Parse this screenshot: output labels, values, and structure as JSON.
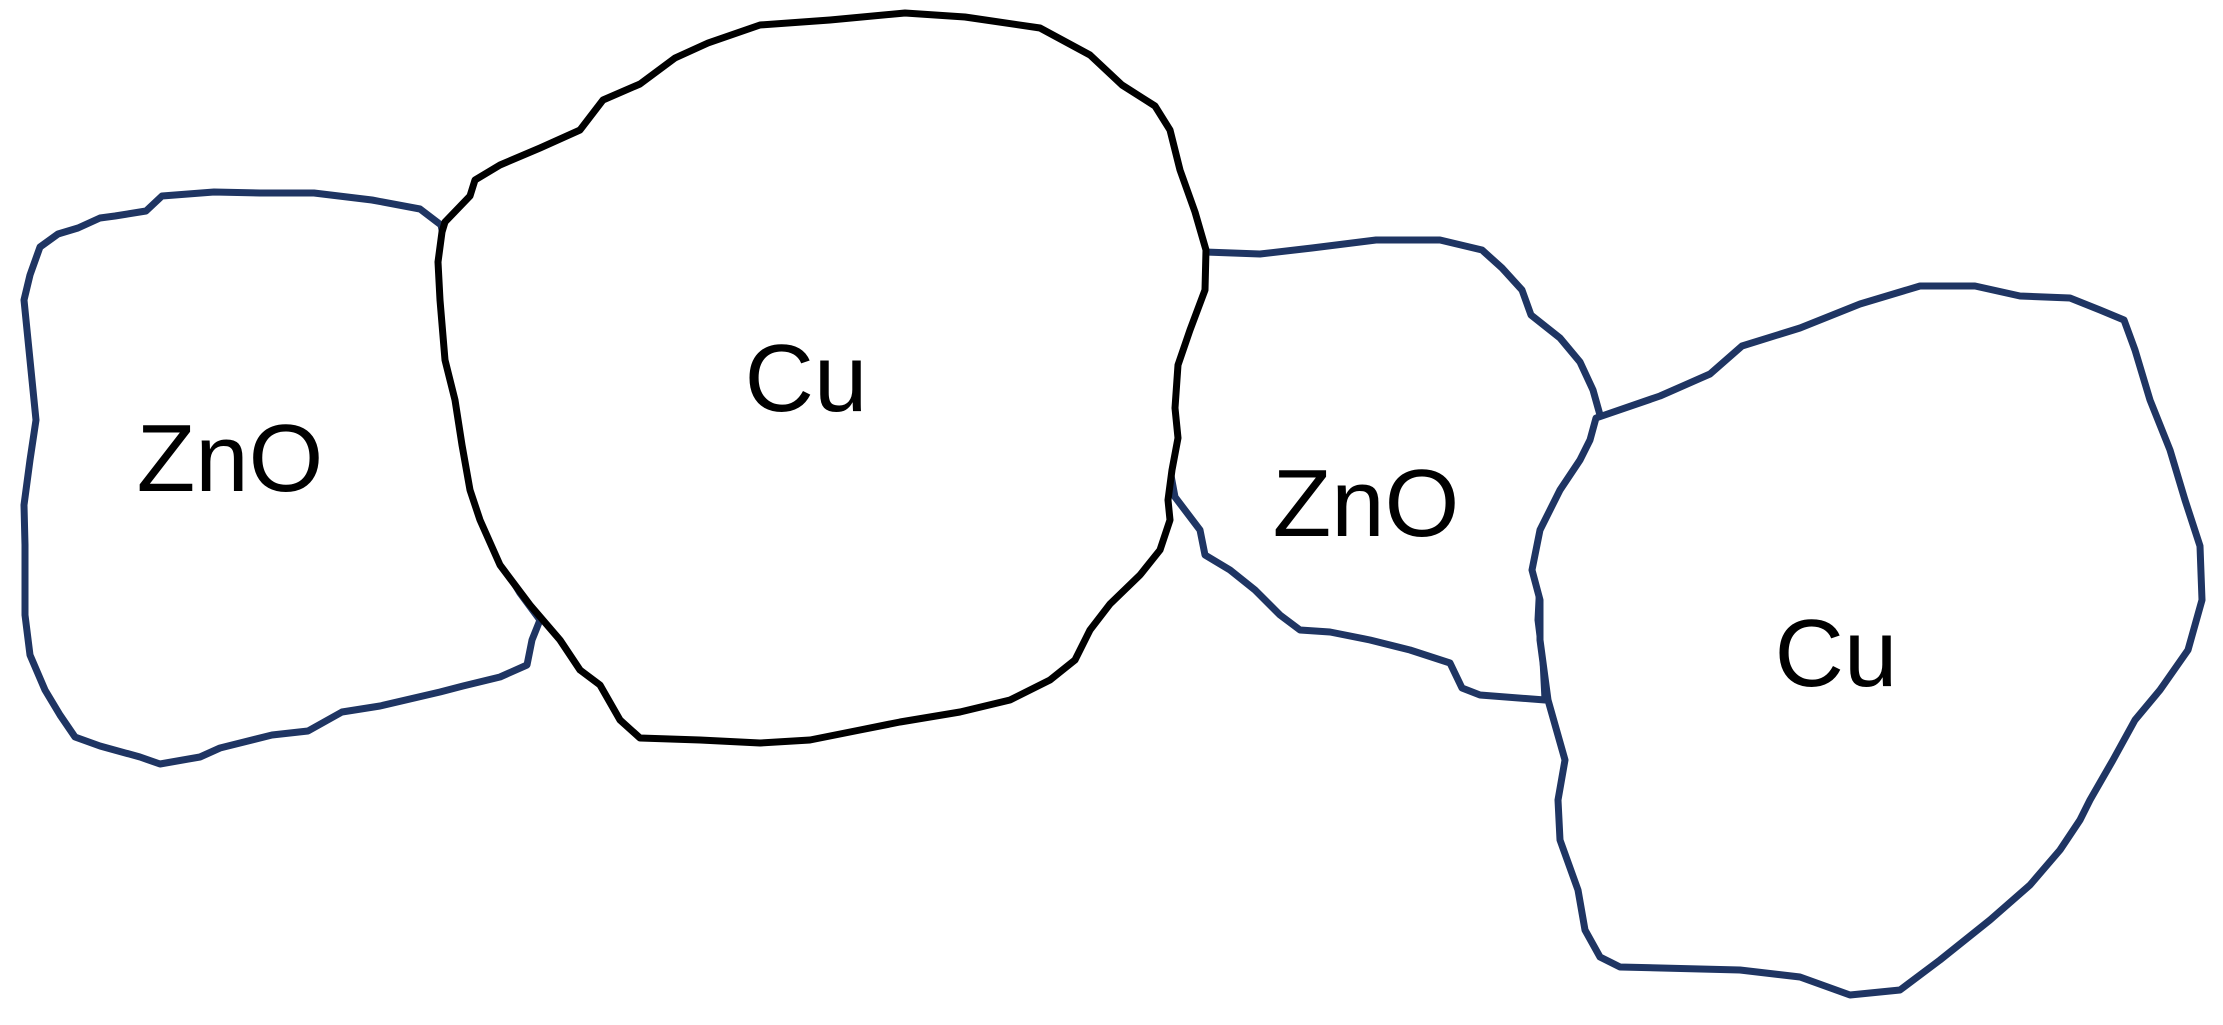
{
  "diagram": {
    "grains": [
      {
        "id": "zno-1",
        "label": "ZnO",
        "stroke": "#1f3563"
      },
      {
        "id": "cu-1",
        "label": "Cu",
        "stroke": "#000000"
      },
      {
        "id": "zno-2",
        "label": "ZnO",
        "stroke": "#1f3563"
      },
      {
        "id": "cu-2",
        "label": "Cu",
        "stroke": "#1f3563"
      }
    ]
  }
}
